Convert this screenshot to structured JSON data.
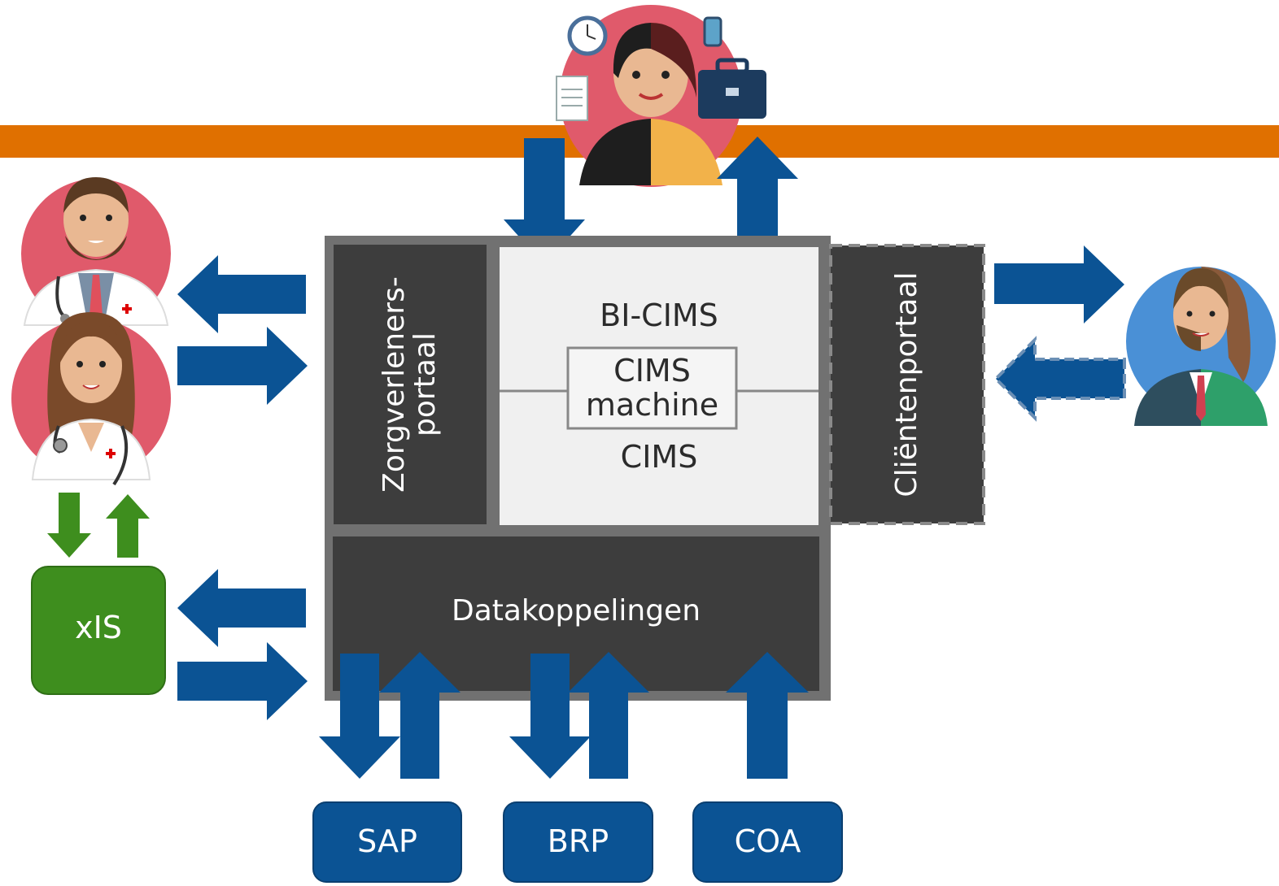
{
  "colors": {
    "orange_band": "#E07000",
    "arrow_blue": "#0B5394",
    "box_dark": "#3D3D3D",
    "box_frame": "#717171",
    "inner_light": "#F0F0F0",
    "green": "#3E8E1E",
    "avatar_pink": "#E05A6B",
    "avatar_blue": "#4A90D6"
  },
  "portals": {
    "zorgverleners_line1": "Zorgverleners-",
    "zorgverleners_line2": "portaal",
    "client": "Cliëntenportaal"
  },
  "core": {
    "bi_cims": "BI-CIMS",
    "machine_line1": "CIMS",
    "machine_line2": "machine",
    "cims": "CIMS"
  },
  "data_links": "Datakoppelingen",
  "xis": "xIS",
  "sources": [
    "SAP",
    "BRP",
    "COA"
  ],
  "icons": {
    "manager": "businessperson-icon",
    "male_doctor": "male-doctor-icon",
    "female_doctor": "female-doctor-icon",
    "client": "client-person-icon"
  }
}
